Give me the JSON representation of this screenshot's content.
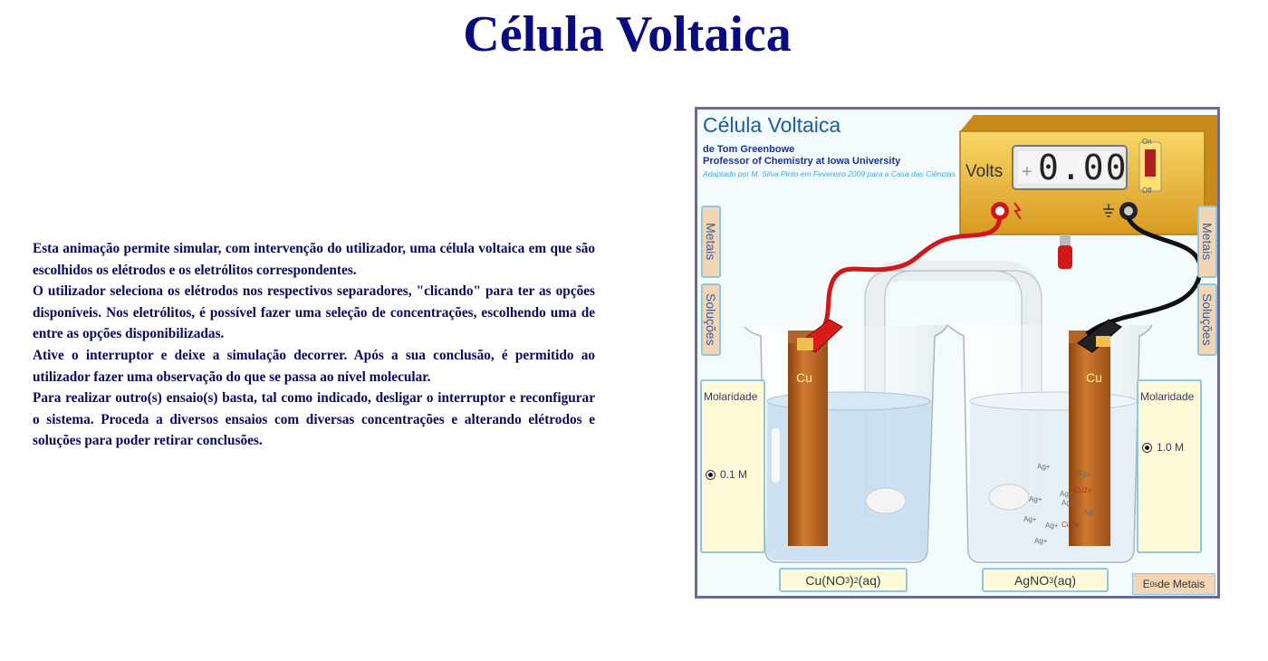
{
  "page": {
    "title": "Célula Voltaica",
    "description": [
      "Esta animação permite simular, com intervenção do utilizador, uma célula voltaica em que são escolhidos os elétrodos e os eletrólitos correspondentes.",
      "O utilizador seleciona os elétrodos nos respectivos separadores, \"clicando\" para ter as opções disponíveis. Nos eletrólitos, é possível fazer uma seleção de concentrações, escolhendo uma de entre as opções disponibilizadas.",
      "Ative o interruptor e deixe a simulação decorrer. Após a sua conclusão, é permitido ao utilizador fazer uma observação do que se passa ao nível molecular.",
      "Para realizar outro(s) ensaio(s) basta, tal como indicado, desligar o interruptor e reconfigurar o sistema. Proceda a diversos ensaios com diversas concentrações e alterando elétrodos e soluções para poder retirar conclusões."
    ]
  },
  "sim": {
    "title": "Célula Voltaica",
    "author": "de Tom Greenbowe",
    "affiliation": "Professor of Chemistry at Iowa University",
    "adapted": "Adaptado por M. Silva Pinto em Fevereiro 2009 para a Casa das Ciências",
    "voltmeter": {
      "label": "Volts",
      "sign": "+",
      "reading": "0.00",
      "switch_on": "On",
      "switch_off": "Off"
    },
    "left": {
      "tab_metals": "Metais",
      "tab_solutions": "Soluções",
      "molarity_label": "Molaridade",
      "molarity_value": "0.1 M",
      "electrode": "Cu",
      "solution": {
        "main": "Cu(NO",
        "sub": "3",
        "rest": ")",
        "sub2": "2",
        "tail": " (aq)"
      }
    },
    "right": {
      "tab_metals": "Metais",
      "tab_solutions": "Soluções",
      "molarity_label": "Molaridade",
      "molarity_value": "1.0 M",
      "electrode": "Cu",
      "solution": {
        "main": "AgNO",
        "sub": "3",
        "tail": " (aq)"
      }
    },
    "eo_button": {
      "main": "E",
      "sub": "0s",
      "tail": " de Metais"
    },
    "ions": {
      "ag": "Ag+",
      "cu": "Cu2+"
    },
    "colors": {
      "title": "#0a0a80",
      "copper": "#c86a28",
      "solution_left": "#c4dcef",
      "solution_right": "#e4eef6",
      "tab_bg": "#f2d5b5",
      "panel_bg": "#fffbd8",
      "meter_case": "#f0c040"
    }
  }
}
